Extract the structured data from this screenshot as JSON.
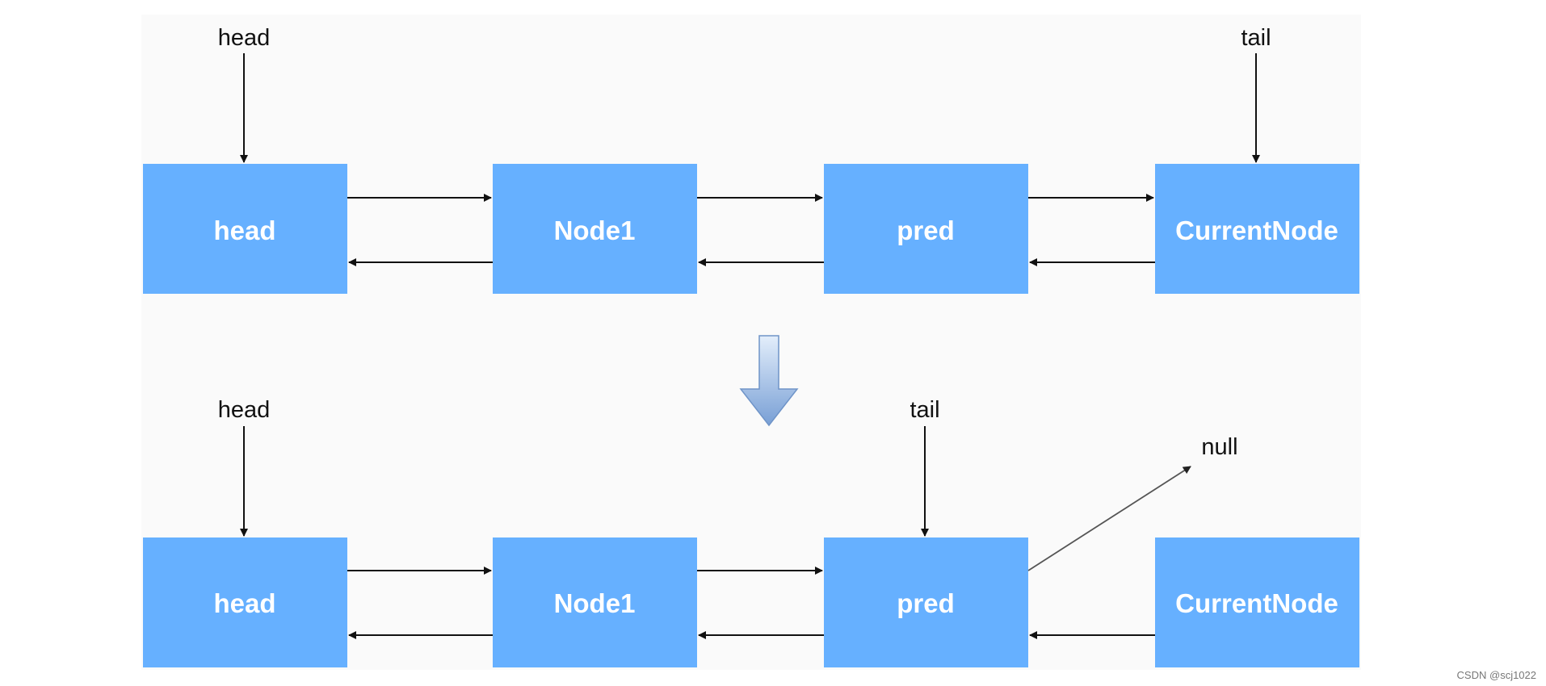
{
  "colors": {
    "node_fill": "#66B0FF",
    "node_text": "#ffffff",
    "arrow": "#111111",
    "background_panel": "#fafafa",
    "transition_arrow_top": "#dde9f8",
    "transition_arrow_bottom": "#7ea4d8"
  },
  "before": {
    "nodes": [
      "head",
      "Node1",
      "pred",
      "CurrentNode"
    ],
    "pointers": {
      "head": "head",
      "tail": "tail"
    }
  },
  "after": {
    "nodes": [
      "head",
      "Node1",
      "pred",
      "CurrentNode"
    ],
    "pointers": {
      "head": "head",
      "tail": "tail",
      "null": "null"
    }
  },
  "transition_icon": "down-arrow-icon",
  "watermark": "CSDN @scj1022"
}
